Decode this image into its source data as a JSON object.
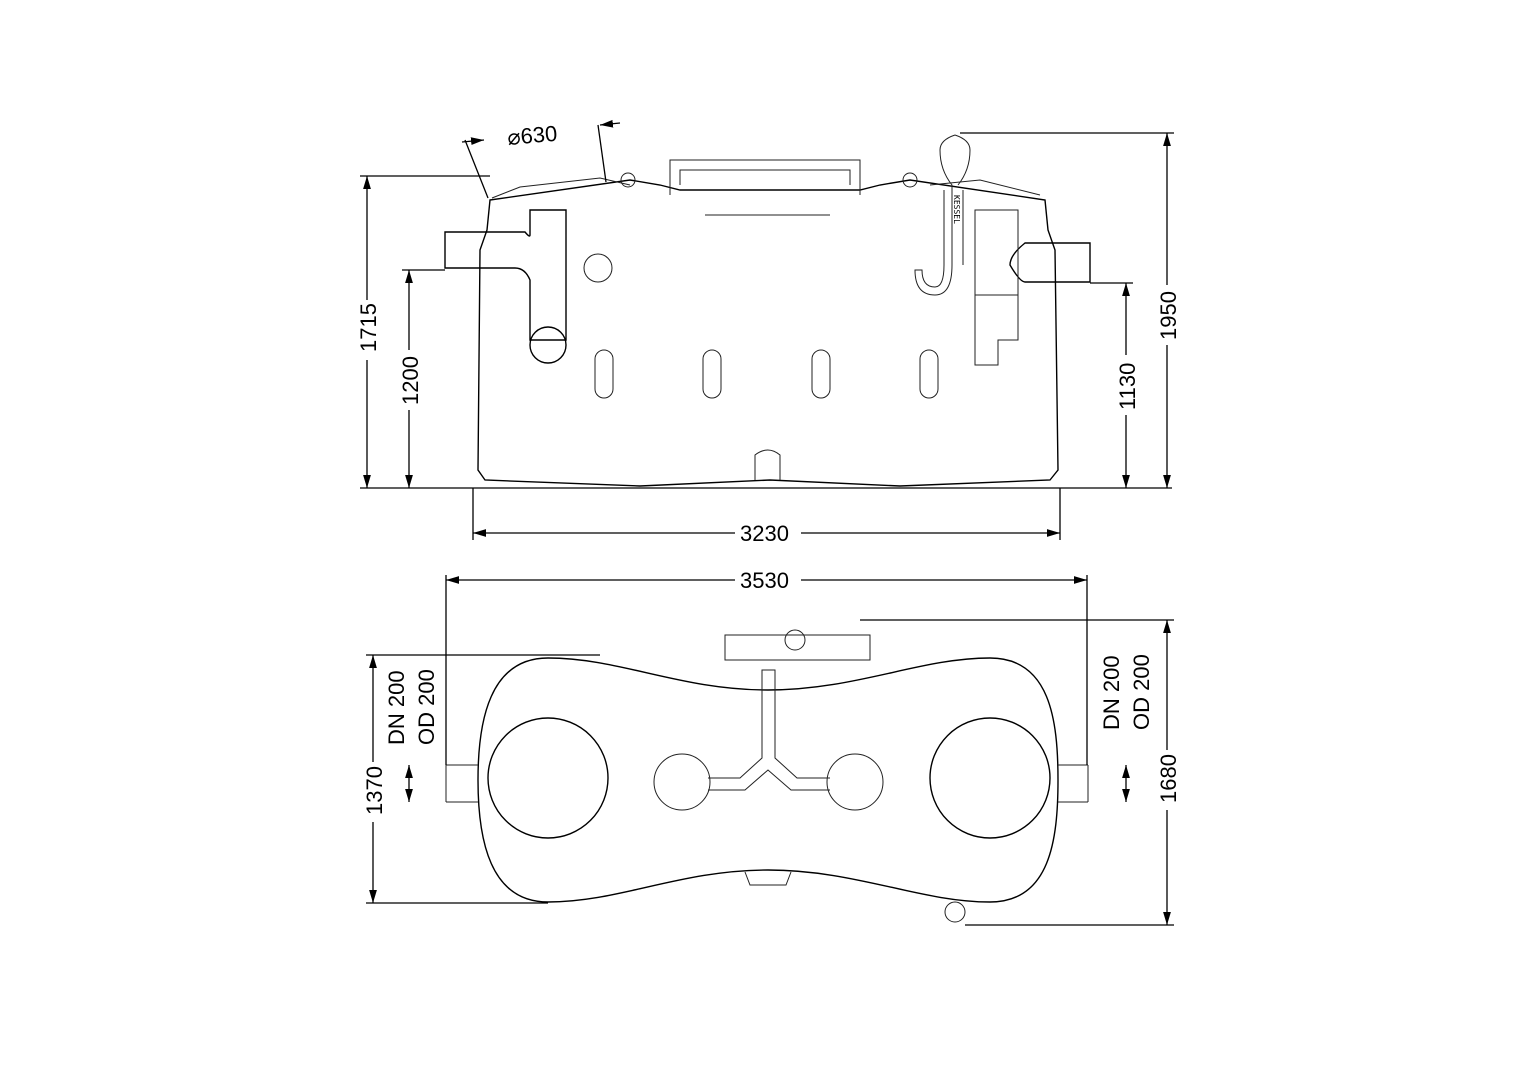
{
  "drawing": {
    "logo_text": "KESSEL",
    "elevation": {
      "manhole_diameter": "⌀630",
      "dims": {
        "height_total": "1715",
        "inlet_height": "1200",
        "outlet_height": "1130",
        "overall_height": "1950",
        "length": "3230"
      }
    },
    "plan": {
      "dims": {
        "overall_length": "3530",
        "width": "1370",
        "overall_width": "1680"
      },
      "inlet_label_dn": "DN 200",
      "inlet_label_od": "OD 200",
      "outlet_label_dn": "DN 200",
      "outlet_label_od": "OD 200"
    }
  }
}
